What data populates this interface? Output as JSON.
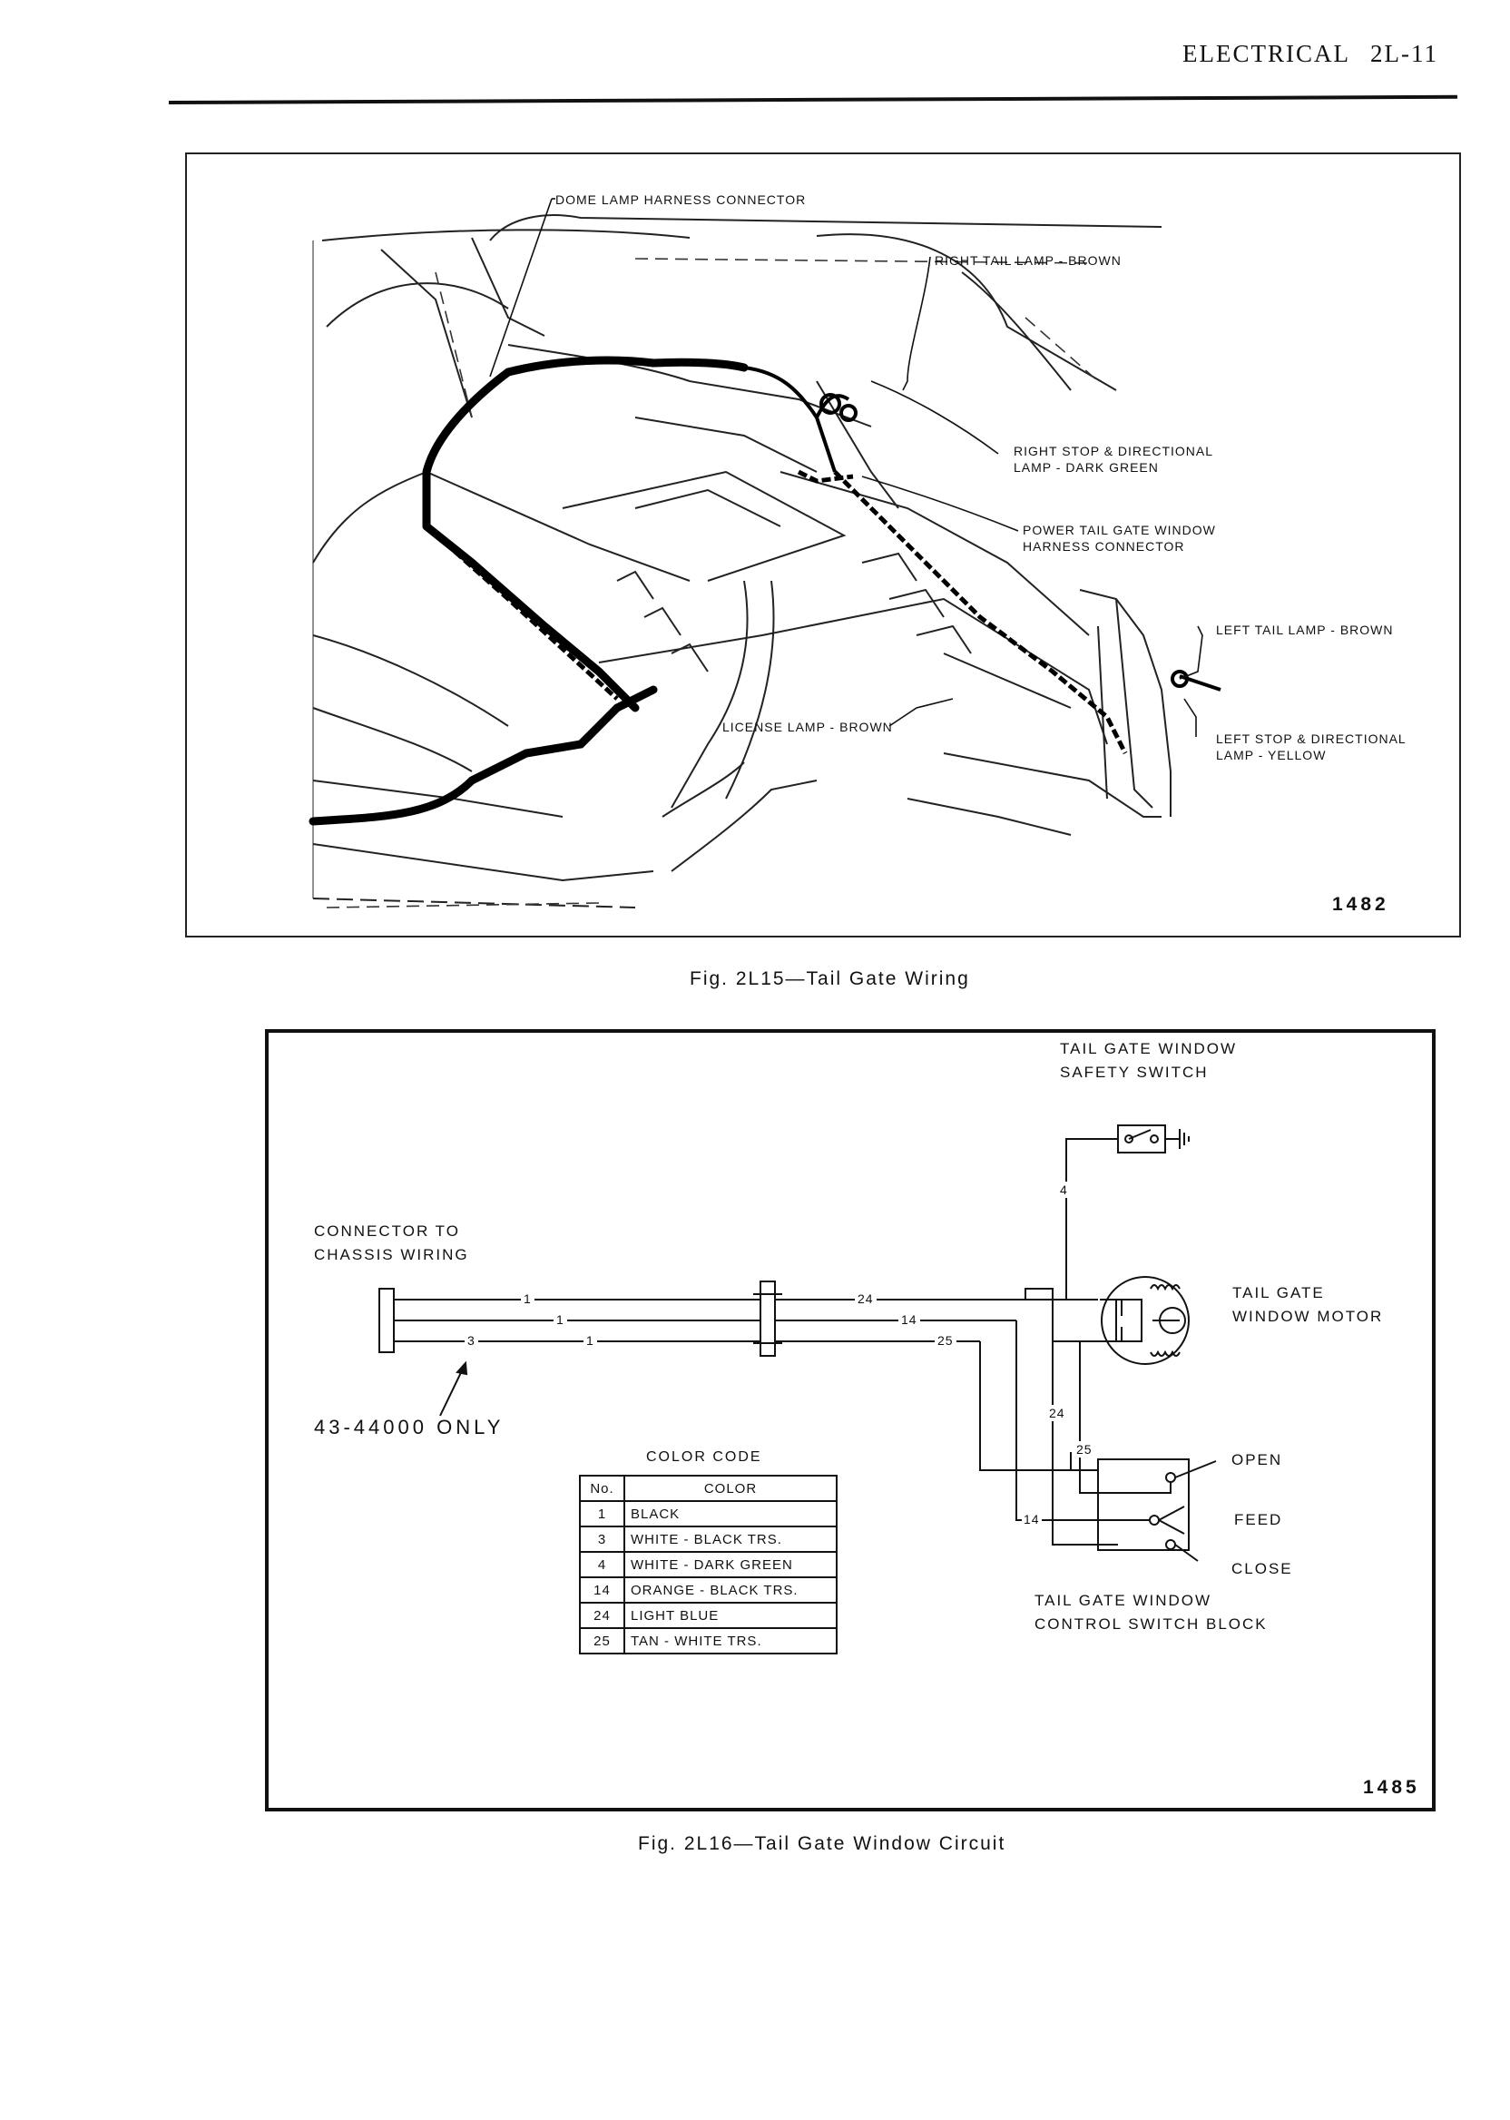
{
  "header": {
    "section": "ELECTRICAL",
    "page": "2L-11"
  },
  "figure1": {
    "number": "1482",
    "caption": "Fig. 2L15—Tail Gate Wiring",
    "callouts": {
      "dome": "DOME LAMP HARNESS CONNECTOR",
      "right_tail": "RIGHT TAIL LAMP - BROWN",
      "right_stop_1": "RIGHT STOP & DIRECTIONAL",
      "right_stop_2": "LAMP - DARK GREEN",
      "power_1": "POWER TAIL GATE WINDOW",
      "power_2": "HARNESS CONNECTOR",
      "left_tail": "LEFT TAIL LAMP - BROWN",
      "left_stop_1": "LEFT STOP & DIRECTIONAL",
      "left_stop_2": "LAMP - YELLOW",
      "license": "LICENSE LAMP - BROWN"
    }
  },
  "figure2": {
    "number": "1485",
    "caption": "Fig. 2L16—Tail Gate Window Circuit",
    "labels": {
      "safety_1": "TAIL GATE WINDOW",
      "safety_2": "SAFETY SWITCH",
      "connector_1": "CONNECTOR TO",
      "connector_2": "CHASSIS WIRING",
      "motor_1": "TAIL GATE",
      "motor_2": "WINDOW MOTOR",
      "only": "43-44000 ONLY",
      "open": "OPEN",
      "feed": "FEED",
      "close": "CLOSE",
      "block_1": "TAIL GATE WINDOW",
      "block_2": "CONTROL SWITCH BLOCK",
      "color_code": "COLOR CODE"
    },
    "wires": {
      "w1a": "1",
      "w1b": "1",
      "w1c": "1",
      "w3": "3",
      "w4": "4",
      "w24a": "24",
      "w24b": "24",
      "w14a": "14",
      "w14b": "14",
      "w25a": "25",
      "w25b": "25"
    },
    "color_table": {
      "headers": [
        "No.",
        "COLOR"
      ],
      "rows": [
        {
          "no": "1",
          "color": "BLACK"
        },
        {
          "no": "3",
          "color": "WHITE - BLACK TRS."
        },
        {
          "no": "4",
          "color": "WHITE - DARK GREEN"
        },
        {
          "no": "14",
          "color": "ORANGE - BLACK TRS."
        },
        {
          "no": "24",
          "color": "LIGHT BLUE"
        },
        {
          "no": "25",
          "color": "TAN - WHITE TRS."
        }
      ]
    }
  }
}
